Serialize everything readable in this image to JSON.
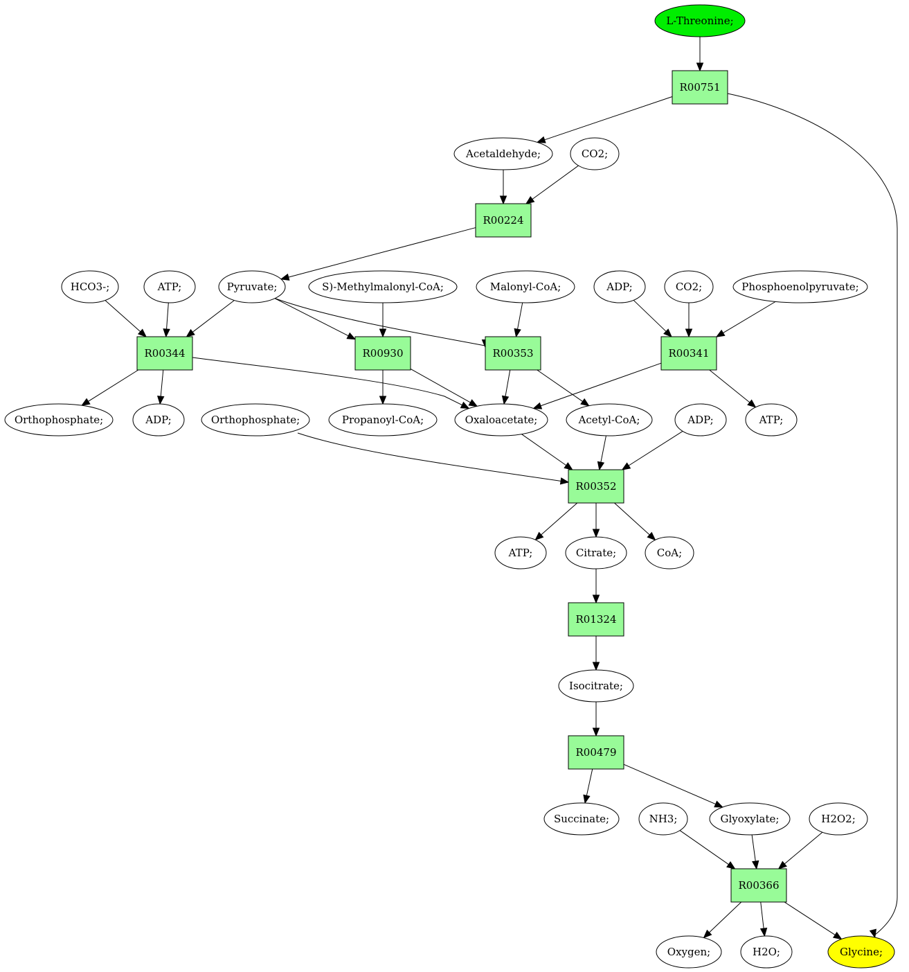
{
  "colors": {
    "reaction_fill": "#98fb98",
    "start_fill": "#00ee00",
    "end_fill": "#ffff00",
    "compound_fill": "#ffffff",
    "stroke": "#000000"
  },
  "nodes": [
    {
      "id": "c_lthr",
      "label": "L-Threonine;",
      "kind": "start"
    },
    {
      "id": "r00751",
      "label": "R00751",
      "kind": "reaction"
    },
    {
      "id": "c_acetald",
      "label": "Acetaldehyde;",
      "kind": "compound"
    },
    {
      "id": "c_co2_a",
      "label": "CO2;",
      "kind": "compound"
    },
    {
      "id": "r00224",
      "label": "R00224",
      "kind": "reaction"
    },
    {
      "id": "c_hco3",
      "label": "HCO3-;",
      "kind": "compound"
    },
    {
      "id": "c_atp_a",
      "label": "ATP;",
      "kind": "compound"
    },
    {
      "id": "c_pyr",
      "label": "Pyruvate;",
      "kind": "compound"
    },
    {
      "id": "c_smmcoa",
      "label": "S)-Methylmalonyl-CoA;",
      "kind": "compound"
    },
    {
      "id": "c_malcoa",
      "label": "Malonyl-CoA;",
      "kind": "compound"
    },
    {
      "id": "c_adp_a",
      "label": "ADP;",
      "kind": "compound"
    },
    {
      "id": "c_co2_b",
      "label": "CO2;",
      "kind": "compound"
    },
    {
      "id": "c_pep",
      "label": "Phosphoenolpyruvate;",
      "kind": "compound"
    },
    {
      "id": "r00344",
      "label": "R00344",
      "kind": "reaction"
    },
    {
      "id": "r00930",
      "label": "R00930",
      "kind": "reaction"
    },
    {
      "id": "r00353",
      "label": "R00353",
      "kind": "reaction"
    },
    {
      "id": "r00341",
      "label": "R00341",
      "kind": "reaction"
    },
    {
      "id": "c_pi_a",
      "label": "Orthophosphate;",
      "kind": "compound"
    },
    {
      "id": "c_adp_b",
      "label": "ADP;",
      "kind": "compound"
    },
    {
      "id": "c_pi_b",
      "label": "Orthophosphate;",
      "kind": "compound"
    },
    {
      "id": "c_propcoa",
      "label": "Propanoyl-CoA;",
      "kind": "compound"
    },
    {
      "id": "c_oaa",
      "label": "Oxaloacetate;",
      "kind": "compound"
    },
    {
      "id": "c_accoa",
      "label": "Acetyl-CoA;",
      "kind": "compound"
    },
    {
      "id": "c_adp_c",
      "label": "ADP;",
      "kind": "compound"
    },
    {
      "id": "c_atp_b",
      "label": "ATP;",
      "kind": "compound"
    },
    {
      "id": "r00352",
      "label": "R00352",
      "kind": "reaction"
    },
    {
      "id": "c_atp_c",
      "label": "ATP;",
      "kind": "compound"
    },
    {
      "id": "c_cit",
      "label": "Citrate;",
      "kind": "compound"
    },
    {
      "id": "c_coa",
      "label": "CoA;",
      "kind": "compound"
    },
    {
      "id": "r01324",
      "label": "R01324",
      "kind": "reaction"
    },
    {
      "id": "c_icit",
      "label": "Isocitrate;",
      "kind": "compound"
    },
    {
      "id": "r00479",
      "label": "R00479",
      "kind": "reaction"
    },
    {
      "id": "c_succ",
      "label": "Succinate;",
      "kind": "compound"
    },
    {
      "id": "c_nh3",
      "label": "NH3;",
      "kind": "compound"
    },
    {
      "id": "c_glx",
      "label": "Glyoxylate;",
      "kind": "compound"
    },
    {
      "id": "c_h2o2",
      "label": "H2O2;",
      "kind": "compound"
    },
    {
      "id": "r00366",
      "label": "R00366",
      "kind": "reaction"
    },
    {
      "id": "c_o2",
      "label": "Oxygen;",
      "kind": "compound"
    },
    {
      "id": "c_h2o",
      "label": "H2O;",
      "kind": "compound"
    },
    {
      "id": "c_gly",
      "label": "Glycine;",
      "kind": "end"
    }
  ],
  "edges": [
    {
      "from": "c_lthr",
      "to": "r00751"
    },
    {
      "from": "r00751",
      "to": "c_acetald"
    },
    {
      "from": "r00751",
      "to": "c_gly"
    },
    {
      "from": "c_acetald",
      "to": "r00224"
    },
    {
      "from": "c_co2_a",
      "to": "r00224"
    },
    {
      "from": "r00224",
      "to": "c_pyr"
    },
    {
      "from": "c_hco3",
      "to": "r00344"
    },
    {
      "from": "c_atp_a",
      "to": "r00344"
    },
    {
      "from": "c_pyr",
      "to": "r00344"
    },
    {
      "from": "c_pyr",
      "to": "r00930"
    },
    {
      "from": "c_pyr",
      "to": "r00353"
    },
    {
      "from": "c_smmcoa",
      "to": "r00930"
    },
    {
      "from": "c_malcoa",
      "to": "r00353"
    },
    {
      "from": "c_adp_a",
      "to": "r00341"
    },
    {
      "from": "c_co2_b",
      "to": "r00341"
    },
    {
      "from": "c_pep",
      "to": "r00341"
    },
    {
      "from": "r00344",
      "to": "c_pi_a"
    },
    {
      "from": "r00344",
      "to": "c_adp_b"
    },
    {
      "from": "r00344",
      "to": "c_oaa"
    },
    {
      "from": "r00930",
      "to": "c_propcoa"
    },
    {
      "from": "r00930",
      "to": "c_oaa"
    },
    {
      "from": "r00353",
      "to": "c_oaa"
    },
    {
      "from": "r00353",
      "to": "c_accoa"
    },
    {
      "from": "r00341",
      "to": "c_oaa"
    },
    {
      "from": "r00341",
      "to": "c_atp_b"
    },
    {
      "from": "c_pi_b",
      "to": "r00352"
    },
    {
      "from": "c_oaa",
      "to": "r00352"
    },
    {
      "from": "c_accoa",
      "to": "r00352"
    },
    {
      "from": "c_adp_c",
      "to": "r00352"
    },
    {
      "from": "r00352",
      "to": "c_atp_c"
    },
    {
      "from": "r00352",
      "to": "c_cit"
    },
    {
      "from": "r00352",
      "to": "c_coa"
    },
    {
      "from": "c_cit",
      "to": "r01324"
    },
    {
      "from": "r01324",
      "to": "c_icit"
    },
    {
      "from": "c_icit",
      "to": "r00479"
    },
    {
      "from": "r00479",
      "to": "c_succ"
    },
    {
      "from": "r00479",
      "to": "c_glx"
    },
    {
      "from": "c_nh3",
      "to": "r00366"
    },
    {
      "from": "c_glx",
      "to": "r00366"
    },
    {
      "from": "c_h2o2",
      "to": "r00366"
    },
    {
      "from": "r00366",
      "to": "c_o2"
    },
    {
      "from": "r00366",
      "to": "c_h2o"
    },
    {
      "from": "r00366",
      "to": "c_gly"
    }
  ]
}
